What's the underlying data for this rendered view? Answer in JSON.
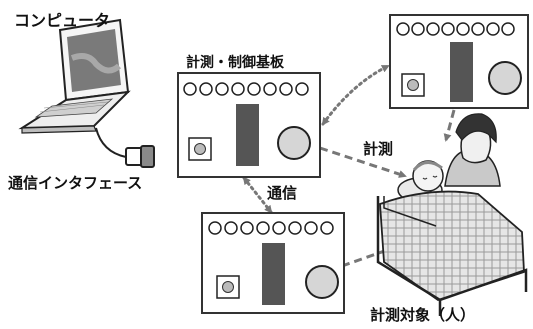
{
  "labels": {
    "computer": "コンピュータ",
    "board": "計測・制御基板",
    "interface": "通信インタフェース",
    "measure": "計測",
    "communication": "通信",
    "subject": "計測対象（人）"
  },
  "boards": [
    {
      "id": "main",
      "leds": 8
    },
    {
      "id": "top-right",
      "leds": 8
    },
    {
      "id": "bottom",
      "leds": 8
    }
  ],
  "colors": {
    "panel_fill": "#ffffff",
    "panel_stroke": "#333333",
    "bar": "#555555",
    "knob": "#d6d6d6",
    "arrow": "#777777",
    "laptop_screen": "#7a7a7a"
  },
  "icons": {
    "computer": "laptop-icon",
    "interface": "usb-adapter-icon",
    "subject": "patient-in-bed-with-caregiver-icon"
  }
}
